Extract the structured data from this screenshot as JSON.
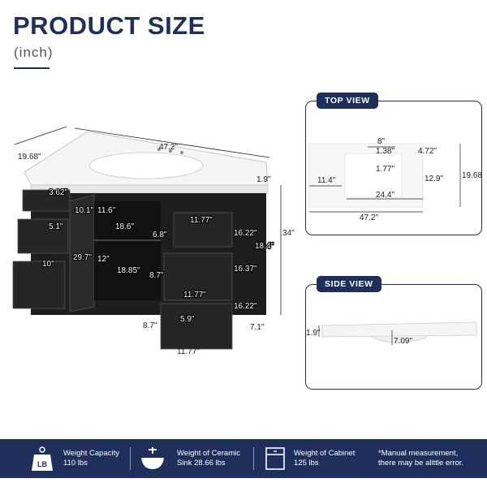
{
  "header": {
    "title": "PRODUCT SIZE",
    "unit": "(inch)"
  },
  "main_dims": {
    "depth": "19.68\"",
    "width": "47.2\"",
    "top_thickness": "1.9\"",
    "height": "34\"",
    "drawer_left_top": "3.62\"",
    "drawer_left_mid": "5.1\"",
    "drawer_left_bottom_w": "10\"",
    "door_h": "10.1\"",
    "door_total": "29.7\"",
    "inner_h1": "11.6\"",
    "inner_w1": "18.6\"",
    "inner_h2": "12\"",
    "inner_w2": "18.85\"",
    "right_drawer_w_top": "11.77\"",
    "right_drawer_h1": "6.8\"",
    "right_side_a": "16.22\"",
    "right_side_b": "18.4\"",
    "right_side_c": "16.37\"",
    "right_mid_h": "8.7\"",
    "right_drawer_w_mid": "11.77\"",
    "right_bottom_h": "5.9\"",
    "right_side_d": "16.22\"",
    "leg_h": "8.7\"",
    "toe": "7.1\"",
    "bottom_w": "11.77\""
  },
  "top_view": {
    "label": "TOP VIEW",
    "dims": {
      "a": "8\"",
      "b": "1.38\"",
      "c": "4.72\"",
      "d": "19.68\"",
      "e": "1.77\"",
      "f": "11.4\"",
      "g": "12.9\"",
      "h": "24.4\"",
      "i": "47.2\""
    }
  },
  "side_view": {
    "label": "SIDE VIEW",
    "dims": {
      "a": "1.9\"",
      "b": "7.09\""
    }
  },
  "footer": {
    "weight_capacity": {
      "icon": "LB",
      "line1": "Weight Capacity",
      "line2": "110 lbs"
    },
    "sink_weight": {
      "line1": "Weight of Ceramic",
      "line2": "Sink 28.66 lbs"
    },
    "cabinet_weight": {
      "line1": "Weight of Cabinet",
      "line2": "125 lbs"
    },
    "note": {
      "line1": "*Manual measurement,",
      "line2": "there may be alittle error."
    }
  },
  "colors": {
    "navy": "#1f2f5c",
    "cabinet": "#1e1e1e",
    "sink": "#f4f4f4"
  }
}
